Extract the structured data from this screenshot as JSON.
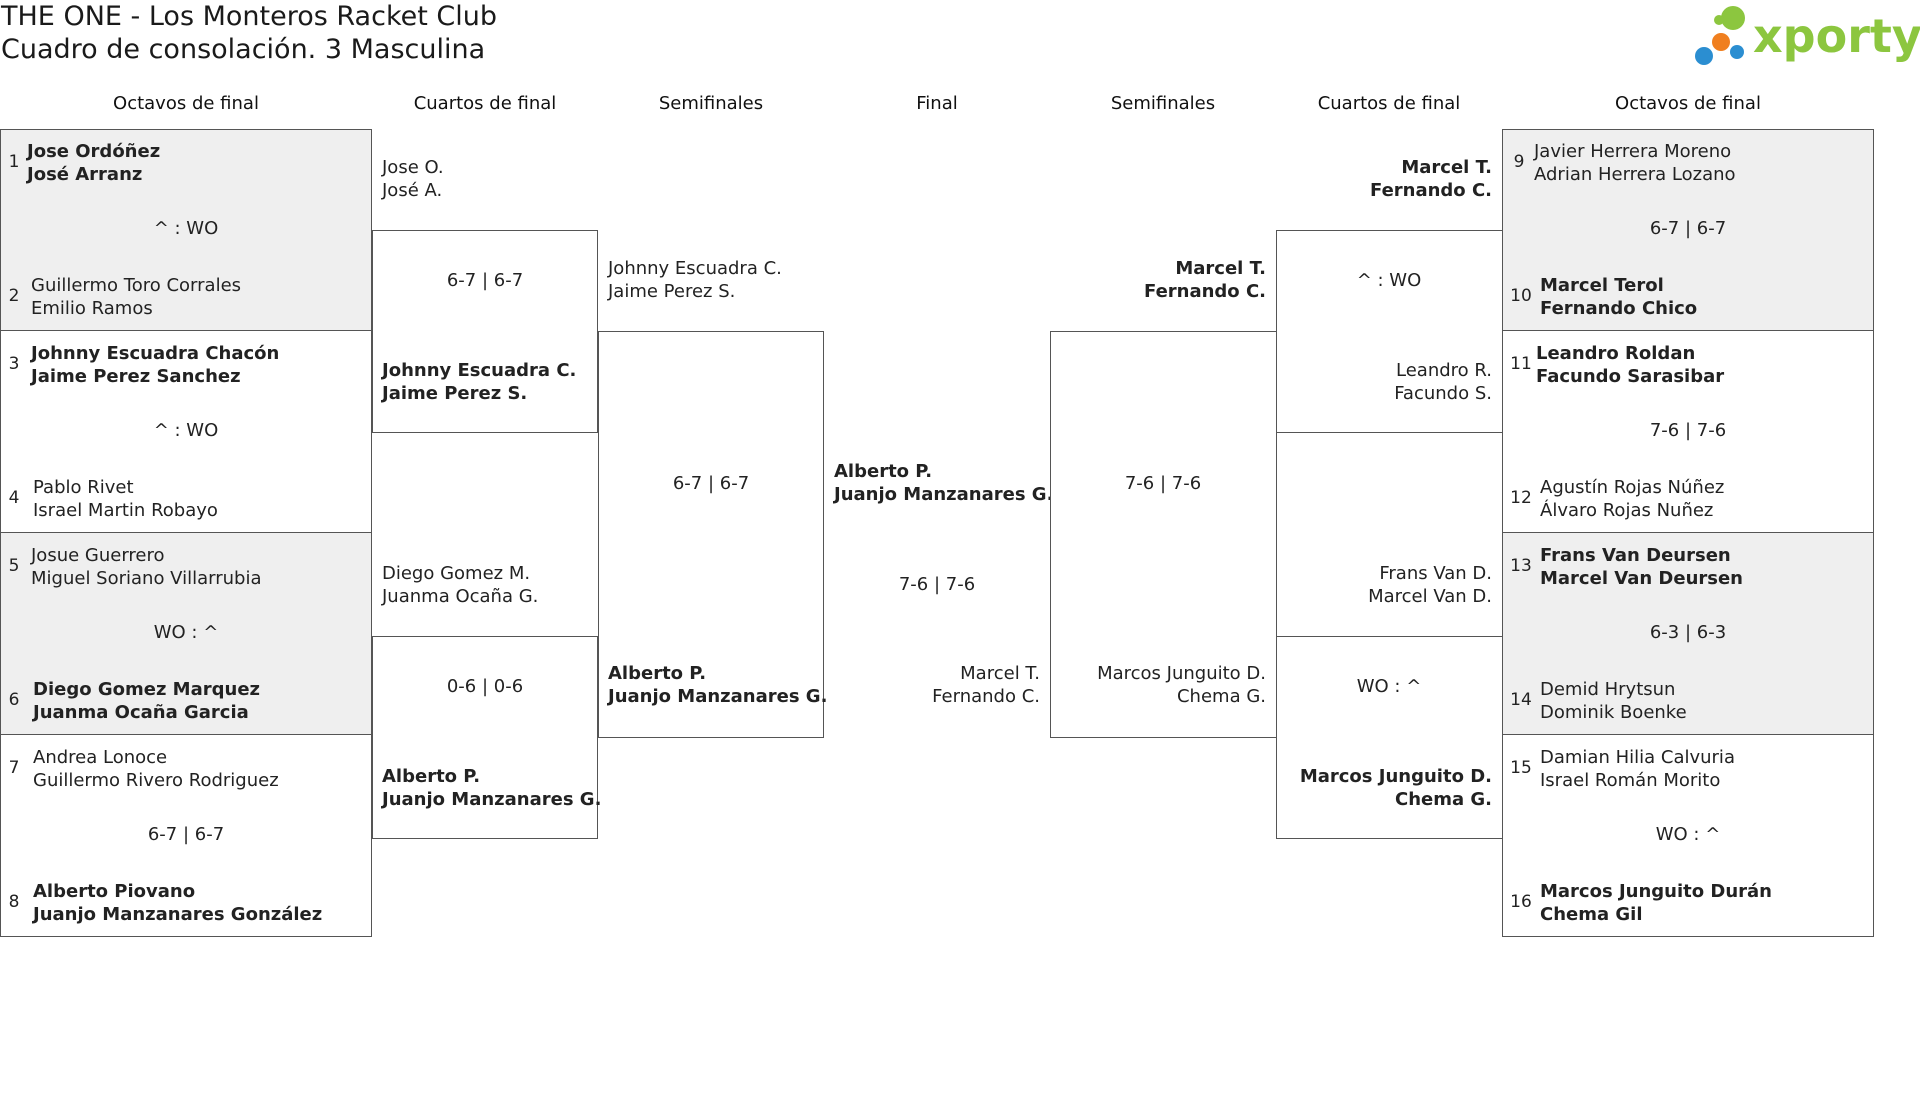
{
  "header": {
    "title": "THE ONE - Los Monteros Racket Club",
    "subtitle": "Cuadro de consolación. 3 Masculina"
  },
  "brand": {
    "name": "xporty",
    "accent": "#8cc63f",
    "dot_blue": "#2b8ed1",
    "dot_orange": "#f07f1f",
    "dot_green": "#8cc63f"
  },
  "columns": {
    "left_r16": "Octavos de final",
    "left_qf": "Cuartos de final",
    "left_sf": "Semifinales",
    "final": "Final",
    "right_sf": "Semifinales",
    "right_qf": "Cuartos de final",
    "right_r16": "Octavos de final"
  },
  "left_r16": [
    {
      "seed_a": "1",
      "a1": "Jose Ordóñez",
      "a2": "José Arranz",
      "score": "^ : WO",
      "seed_b": "2",
      "b1": "Guillermo Toro Corrales",
      "b2": "Emilio Ramos"
    },
    {
      "seed_a": "3",
      "a1": "Johnny Escuadra Chacón",
      "a2": "Jaime Perez Sanchez",
      "score": "^ : WO",
      "seed_b": "4",
      "b1": "Pablo Rivet",
      "b2": "Israel Martin Robayo"
    },
    {
      "seed_a": "5",
      "a1": "Josue Guerrero",
      "a2": "Miguel Soriano Villarrubia",
      "score": "WO : ^",
      "seed_b": "6",
      "b1": "Diego Gomez Marquez",
      "b2": "Juanma Ocaña Garcia"
    },
    {
      "seed_a": "7",
      "a1": "Andrea Lonoce",
      "a2": "Guillermo Rivero Rodriguez",
      "score": "6-7 | 6-7",
      "seed_b": "8",
      "b1": "Alberto Piovano",
      "b2": "Juanjo Manzanares González"
    }
  ],
  "left_qf": [
    {
      "a1": "Jose O.",
      "a2": "José A.",
      "score": "6-7 | 6-7",
      "b1": "Johnny Escuadra C.",
      "b2": "Jaime Perez S."
    },
    {
      "a1": "Diego Gomez M.",
      "a2": "Juanma Ocaña G.",
      "score": "0-6 | 0-6",
      "b1": "Alberto P.",
      "b2": "Juanjo Manzanares G."
    }
  ],
  "left_sf": {
    "a1": "Johnny Escuadra C.",
    "a2": "Jaime Perez S.",
    "score": "6-7 | 6-7",
    "b1": "Alberto P.",
    "b2": "Juanjo Manzanares G."
  },
  "final": {
    "a1": "Alberto P.",
    "a2": "Juanjo Manzanares G.",
    "score": "7-6 | 7-6",
    "b1": "Marcel T.",
    "b2": "Fernando C."
  },
  "right_sf": {
    "a1": "Marcel T.",
    "a2": "Fernando C.",
    "score": "7-6 | 7-6",
    "b1": "Marcos Junguito D.",
    "b2": "Chema G."
  },
  "right_qf": [
    {
      "a1": "Marcel T.",
      "a2": "Fernando C.",
      "score": "^ : WO",
      "b1": "Leandro R.",
      "b2": "Facundo S."
    },
    {
      "a1": "Frans Van D.",
      "a2": "Marcel Van D.",
      "score": "WO : ^",
      "b1": "Marcos Junguito D.",
      "b2": "Chema G."
    }
  ],
  "right_r16": [
    {
      "seed_a": "9",
      "a1": "Javier Herrera Moreno",
      "a2": "Adrian Herrera Lozano",
      "score": "6-7 | 6-7",
      "seed_b": "10",
      "b1": "Marcel Terol",
      "b2": "Fernando Chico"
    },
    {
      "seed_a": "11",
      "a1": "Leandro Roldan",
      "a2": "Facundo Sarasibar",
      "score": "7-6 | 7-6",
      "seed_b": "12",
      "b1": "Agustín Rojas Núñez",
      "b2": "Álvaro Rojas Nuñez"
    },
    {
      "seed_a": "13",
      "a1": "Frans Van Deursen",
      "a2": "Marcel Van Deursen",
      "score": "6-3 | 6-3",
      "seed_b": "14",
      "b1": "Demid Hrytsun",
      "b2": "Dominik Boenke"
    },
    {
      "seed_a": "15",
      "a1": "Damian Hilia Calvuria",
      "a2": "Israel Román Morito",
      "score": "WO : ^",
      "seed_b": "16",
      "b1": "Marcos Junguito Durán",
      "b2": "Chema Gil"
    }
  ]
}
